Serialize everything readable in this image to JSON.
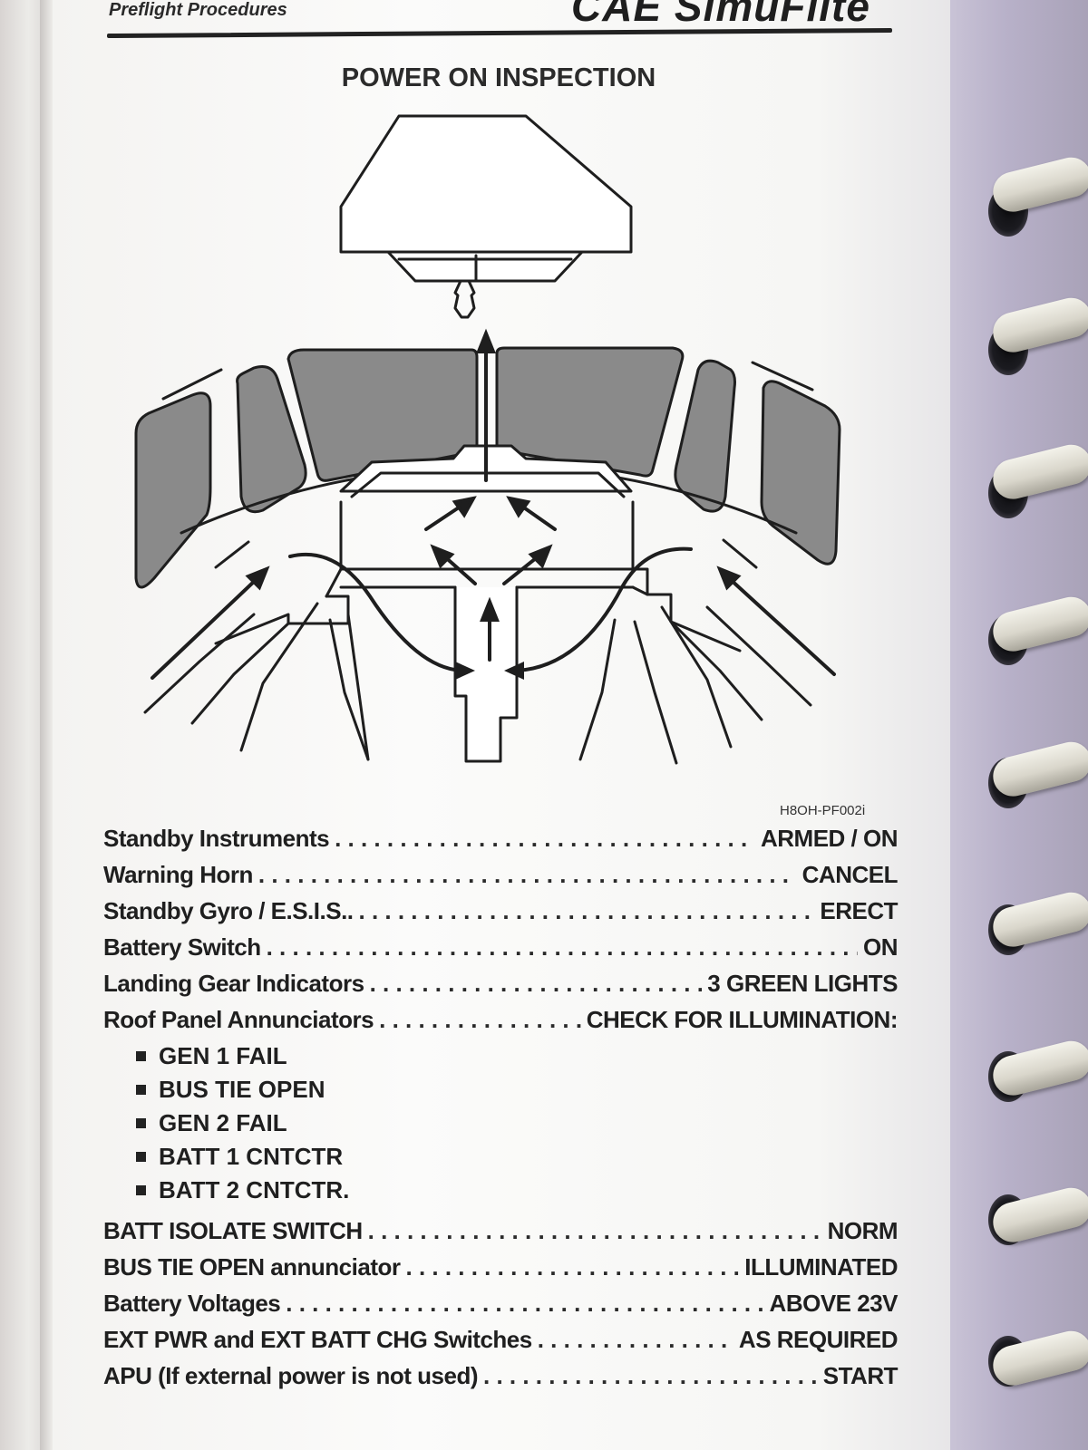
{
  "header": {
    "section": "Preflight Procedures",
    "title_partial": "CAE SimuFlite"
  },
  "page_title": "POWER ON INSPECTION",
  "figure_id": "H8OH-PF002i",
  "checklist": [
    {
      "item": "Standby Instruments",
      "value": "ARMED / ON"
    },
    {
      "item": "Warning Horn",
      "value": "CANCEL"
    },
    {
      "item": "Standby Gyro / E.S.I.S..",
      "value": "ERECT"
    },
    {
      "item": "Battery Switch",
      "value": "ON"
    },
    {
      "item": "Landing Gear Indicators",
      "value": "3 GREEN LIGHTS"
    },
    {
      "item": "Roof Panel Annunciators",
      "value": "CHECK FOR ILLUMINATION:"
    }
  ],
  "annunciators": [
    "GEN 1 FAIL",
    "BUS TIE OPEN",
    "GEN 2 FAIL",
    "BATT 1 CNTCTR",
    "BATT 2 CNTCTR."
  ],
  "checklist2": [
    {
      "item": "BATT ISOLATE SWITCH",
      "value": "NORM"
    },
    {
      "item": "BUS TIE OPEN annunciator",
      "value": "ILLUMINATED"
    },
    {
      "item": "Battery Voltages",
      "value": "ABOVE 23V"
    },
    {
      "item": "EXT PWR and EXT BATT CHG Switches",
      "value": "AS REQUIRED"
    },
    {
      "item": "APU (If external power is not used)",
      "value": "START"
    }
  ],
  "colors": {
    "window_fill": "#8a8a8a",
    "ink": "#1f1f1f",
    "paper": "#fbfbfa"
  }
}
